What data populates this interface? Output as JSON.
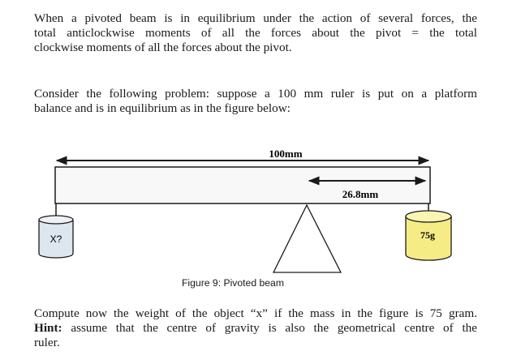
{
  "text": {
    "p1_lines": [
      "When a pivoted beam is in equilibrium under the action of several forces, the",
      "total anticlockwise moments of all the forces about the pivot = the total",
      "clockwise moments of all the forces about the pivot."
    ],
    "p2_lines": [
      "Consider the following problem: suppose a 100 mm ruler is put on a platform",
      "balance and is in equilibrium as in the figure below:"
    ],
    "p3_line1": "Compute now the weight of the object “x” if the mass in the figure is 75 gram.",
    "hint_label": "Hint:",
    "hint_rest": " assume that the centre of gravity is also the geometrical centre of the",
    "p3_line3": "ruler."
  },
  "figure": {
    "length_label": "100mm",
    "distance_label": "26.8mm",
    "left_weight_label": "X?",
    "right_weight_label": "75g",
    "caption": "Figure 9: Pivoted beam",
    "colors": {
      "line": "#1a1a1a",
      "left_weight_fill": "#dde5ee",
      "right_weight_fill": "#f5ec86",
      "beam_fill": "#f8f8f8"
    }
  }
}
